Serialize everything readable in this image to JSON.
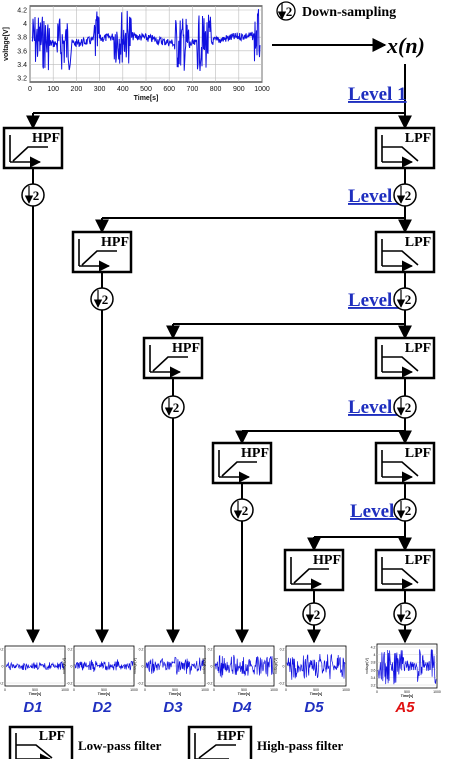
{
  "header": {
    "downsample_symbol": "2",
    "downsample_label": "Down-sampling",
    "signal_label": "x(n)"
  },
  "main_plot": {
    "ylabel": "voltage[V]",
    "xlabel": "Time[s]",
    "xticks": [
      "0",
      "100",
      "200",
      "300",
      "400",
      "500",
      "600",
      "700",
      "800",
      "900",
      "1000"
    ],
    "yticks": [
      "4.2",
      "4",
      "3.8",
      "3.6",
      "3.4",
      "3.2"
    ],
    "trace_color": "#1010e0"
  },
  "levels": [
    "Level 1",
    "Level 2",
    "Level 3",
    "Level 4",
    "Level 5"
  ],
  "filters": {
    "hpf": "HPF",
    "lpf": "LPF",
    "downsample": "2"
  },
  "outputs": [
    {
      "label": "D1",
      "color": "#1f2fbf"
    },
    {
      "label": "D2",
      "color": "#1f2fbf"
    },
    {
      "label": "D3",
      "color": "#1f2fbf"
    },
    {
      "label": "D4",
      "color": "#1f2fbf"
    },
    {
      "label": "D5",
      "color": "#1f2fbf"
    },
    {
      "label": "A5",
      "color": "#e01010"
    }
  ],
  "mini_plot": {
    "ylabel": "voltage[V]",
    "xlabel": "Time[s]",
    "xticks": [
      "0",
      "500",
      "1000"
    ],
    "detail_yticks": [
      "0.2",
      "0",
      "-0.2"
    ],
    "approx_yticks": [
      "4.2",
      "4",
      "3.8",
      "3.6",
      "3.4",
      "3.2"
    ]
  },
  "legend": {
    "lpf_box": "LPF",
    "lpf_label": "Low-pass filter",
    "hpf_box": "HPF",
    "hpf_label": "High-pass filter"
  }
}
